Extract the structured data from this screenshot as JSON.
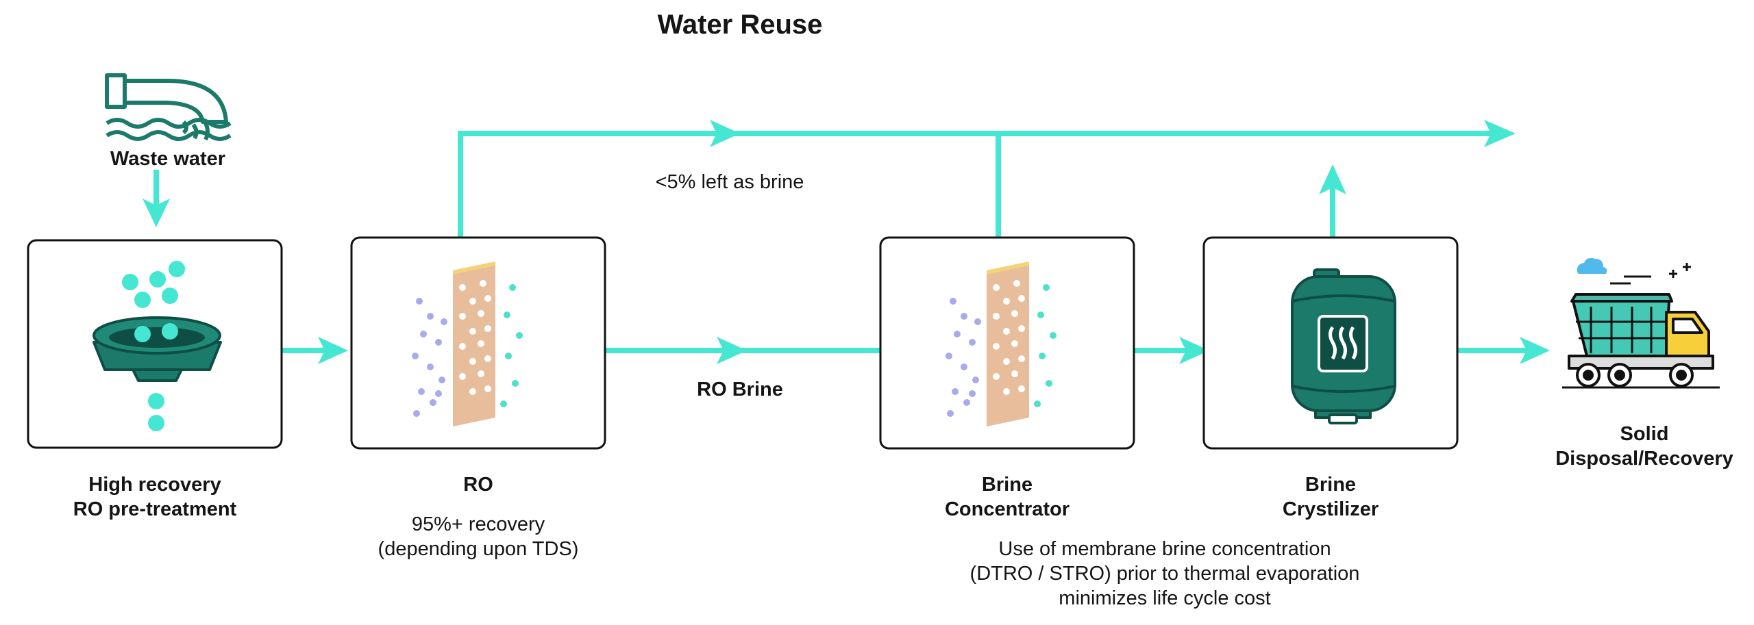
{
  "title": "Water Reuse",
  "colors": {
    "flow": "#45e6d2",
    "teal": "#1b7a6a",
    "teal_dark": "#0f4e45",
    "membrane": "#e8bd9c",
    "dot_blue": "#a9aaec",
    "dot_teal": "#4fe0c9",
    "truck_yellow": "#f7cf3a",
    "cloud": "#52b9ec"
  },
  "source": {
    "label": "Waste water",
    "icon": "pipe-outflow-icon"
  },
  "stages": [
    {
      "id": "pretreatment",
      "label_line1": "High recovery",
      "label_line2": "RO pre-treatment",
      "icon": "funnel-filter-icon"
    },
    {
      "id": "ro",
      "label_line1": "RO",
      "icon": "membrane-icon",
      "note_line1": "95%+ recovery",
      "note_line2": "(depending upon TDS)"
    },
    {
      "id": "concentrator",
      "label_line1": "Brine",
      "label_line2": "Concentrator",
      "icon": "membrane-icon",
      "note_line1": "Use of membrane brine concentration",
      "note_line2": "(DTRO / STRO) prior to thermal evaporation",
      "note_line3": "minimizes life cycle cost"
    },
    {
      "id": "crystalizer",
      "label_line1": "Brine",
      "label_line2": "Crystilizer",
      "icon": "heater-tank-icon"
    }
  ],
  "flows": {
    "brine_label": "RO Brine",
    "top_label": "<5% left as brine"
  },
  "output": {
    "label_line1": "Solid",
    "label_line2": "Disposal/Recovery",
    "icon": "dump-truck-icon"
  }
}
